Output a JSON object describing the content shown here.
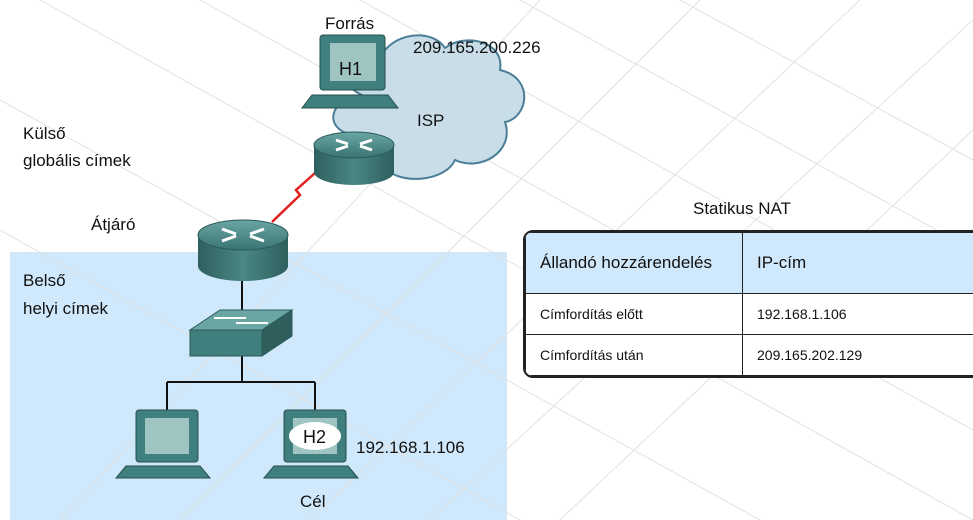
{
  "labels": {
    "source": "Forrás",
    "source_ip": "209.165.200.226",
    "h1": "H1",
    "isp": "ISP",
    "outside_global": [
      "Külső",
      "globális címek"
    ],
    "gateway": "Átjáró",
    "inside_local": [
      "Belső",
      "helyi címek"
    ],
    "h2": "H2",
    "dest_ip": "192.168.1.106",
    "destination": "Cél"
  },
  "nat_table": {
    "title": "Statikus NAT",
    "headers": [
      "Állandó hozzárendelés",
      "IP-cím"
    ],
    "rows": [
      [
        "Címfordítás előtt",
        "192.168.1.106"
      ],
      [
        "Címfordítás után",
        "209.165.202.129"
      ]
    ]
  },
  "colors": {
    "inside_zone": "#cfe8fb",
    "device": "#3f7f7d",
    "serial_link": "#e02020",
    "cloud": "#c9dde9"
  }
}
